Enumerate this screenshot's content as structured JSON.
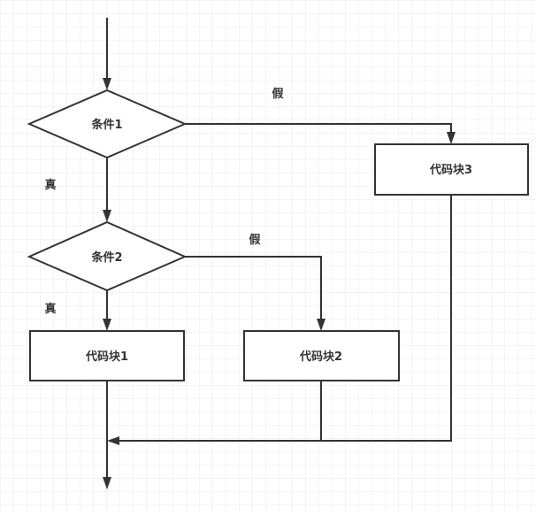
{
  "nodes": {
    "cond1": "条件1",
    "cond2": "条件2",
    "block1": "代码块1",
    "block2": "代码块2",
    "block3": "代码块3"
  },
  "edge_labels": {
    "cond1_false": "假",
    "cond1_true": "真",
    "cond2_false": "假",
    "cond2_true": "真"
  }
}
